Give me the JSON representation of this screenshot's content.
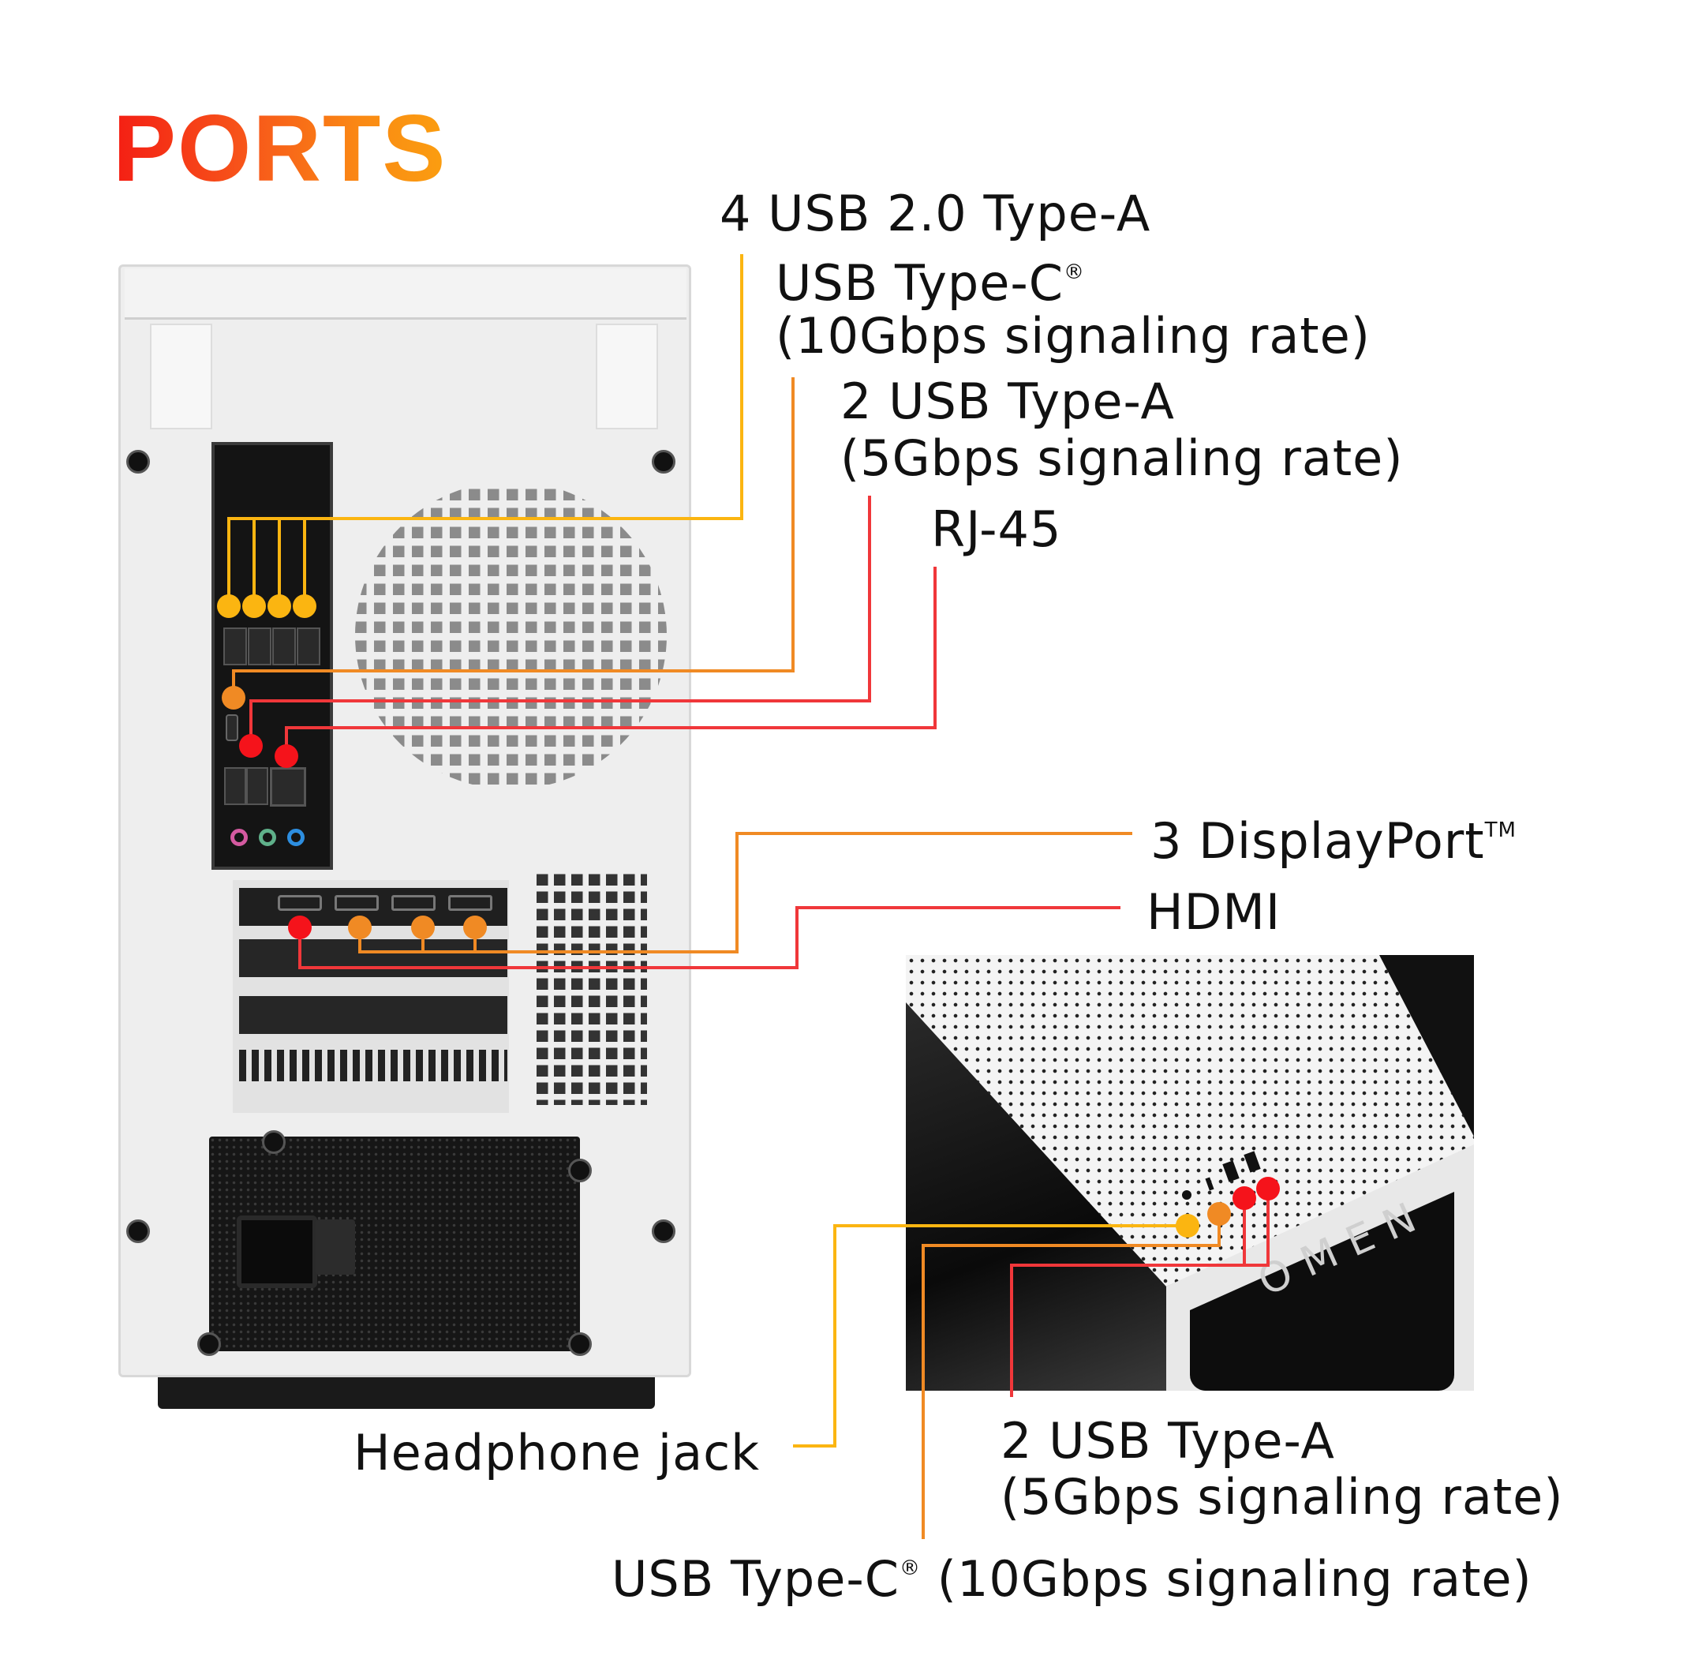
{
  "title": "PORTS",
  "colors": {
    "title_gradient_start": "#f41e14",
    "title_gradient_end": "#fb9e10",
    "marker_yellow": "#fbb511",
    "marker_orange": "#f08a24",
    "marker_red": "#f5131b",
    "line_red": "#f0373a",
    "text": "#111111"
  },
  "rear_labels": [
    {
      "id": "usb20",
      "line1": "4 USB 2.0 Type-A",
      "line2": "",
      "marker_color": "yellow"
    },
    {
      "id": "usbc_rear",
      "line1": "USB Type-C",
      "sup": "®",
      "line2": "(10Gbps signaling rate)",
      "marker_color": "orange"
    },
    {
      "id": "usba_rear",
      "line1": "2 USB Type-A",
      "line2": "(5Gbps signaling rate)",
      "marker_color": "red"
    },
    {
      "id": "rj45",
      "line1": "RJ-45",
      "line2": "",
      "marker_color": "red"
    },
    {
      "id": "displayport",
      "line1": "3 DisplayPort",
      "sup": "TM",
      "line2": "",
      "marker_color": "orange"
    },
    {
      "id": "hdmi",
      "line1": "HDMI",
      "line2": "",
      "marker_color": "red"
    }
  ],
  "front_labels": [
    {
      "id": "headphone",
      "line1": "Headphone jack",
      "marker_color": "yellow"
    },
    {
      "id": "usba_front",
      "line1": "2 USB Type-A",
      "line2": "(5Gbps signaling rate)",
      "marker_color": "red"
    },
    {
      "id": "usbc_front",
      "line1": "USB Type-C",
      "sup": "®",
      "line2": "(10Gbps signaling rate)",
      "marker_color": "orange"
    }
  ],
  "front_case": {
    "brand_text": "OMEN"
  }
}
